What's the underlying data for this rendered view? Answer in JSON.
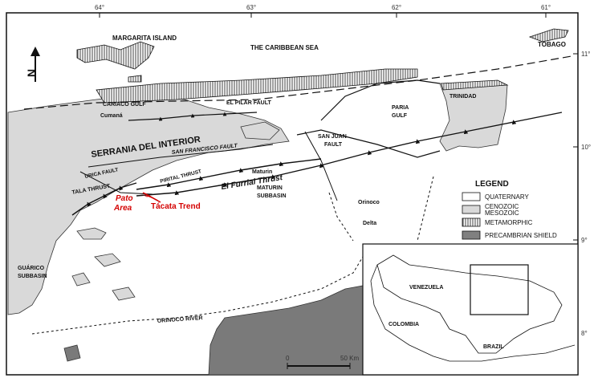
{
  "lon_ticks": [
    "64°",
    "63°",
    "62°",
    "61°"
  ],
  "lat_ticks": [
    "11°",
    "10°",
    "9°",
    "8°"
  ],
  "north_label": "N",
  "labels": {
    "margarita": "MARGARITA ISLAND",
    "caribbean": "THE CARIBBEAN SEA",
    "tobago": "TOBAGO",
    "cariaco": "CARIACO GULF",
    "cumana": "Cumaná",
    "el_pilar": "EL PILAR FAULT",
    "paria": "PARIA",
    "paria_gulf": "GULF",
    "trinidad": "TRINIDAD",
    "serrania": "SERRANIA DEL INTERIOR",
    "san_francisco": "SAN FRANCISCO FAULT",
    "san_juan_1": "SAN JUAN",
    "san_juan_2": "FAULT",
    "urica": "URICA FAULT",
    "pirital": "PIRITAL THRUST",
    "maturin": "Maturin",
    "tala": "TALA THRUST",
    "el_furrial": "El Furrial Thrust",
    "maturin_subbasin_1": "MATURIN",
    "maturin_subbasin_2": "SUBBASIN",
    "pato_1": "Pato",
    "pato_2": "Area",
    "tacata": "Tácata Trend",
    "orinoco": "Orinoco",
    "delta": "Delta",
    "guarico_1": "GUÁRICO",
    "guarico_2": "SUBBASIN",
    "orinoco_river": "ORINOCO RIVER",
    "scale_zero": "0",
    "scale_km": "50 Km"
  },
  "legend": {
    "title": "LEGEND",
    "items": [
      {
        "label": "QUATERNARY",
        "fill": "#ffffff"
      },
      {
        "label_1": "CENOZOIC",
        "label_2": "MESOZOIC",
        "fill": "#d9d9d9"
      },
      {
        "label": "METAMORPHIC",
        "fill": "hatch"
      },
      {
        "label": "PRECAMBRIAN SHIELD",
        "fill": "#808080"
      }
    ]
  },
  "inset": {
    "venezuela": "VENEZUELA",
    "colombia": "COLOMBIA",
    "brazil": "BRAZIL"
  },
  "colors": {
    "cenozoic": "#d9d9d9",
    "precambrian": "#7a7a7a",
    "pato_tacata": "#d40000"
  }
}
